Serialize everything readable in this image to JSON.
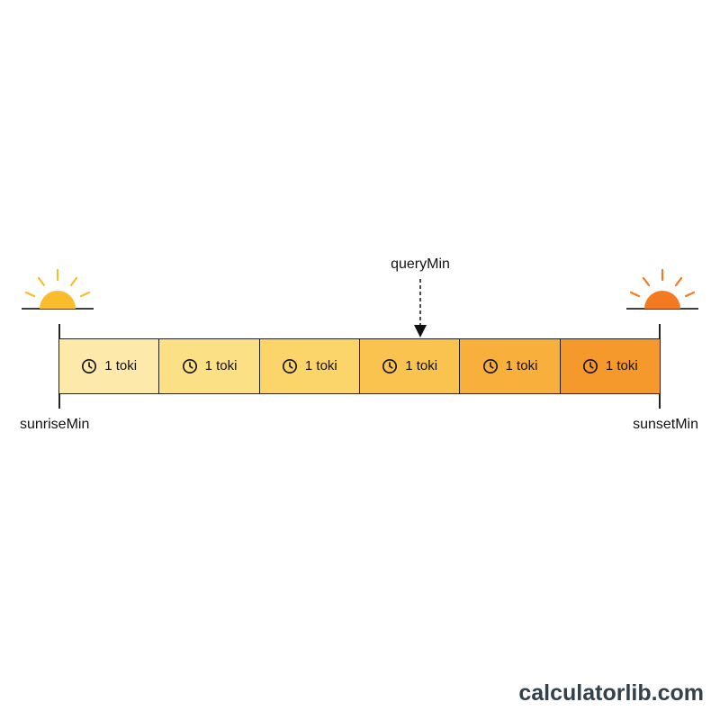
{
  "labels": {
    "start": "sunriseMin",
    "end": "sunsetMin",
    "query": "queryMin"
  },
  "segments": [
    {
      "label": "1 toki",
      "icon": "clock-icon",
      "color": "#FDEAAA"
    },
    {
      "label": "1 toki",
      "icon": "clock-icon",
      "color": "#FCE086"
    },
    {
      "label": "1 toki",
      "icon": "clock-icon",
      "color": "#FBD46A"
    },
    {
      "label": "1 toki",
      "icon": "clock-icon",
      "color": "#FAC34F"
    },
    {
      "label": "1 toki",
      "icon": "clock-icon",
      "color": "#F8AF3C"
    },
    {
      "label": "1 toki",
      "icon": "clock-icon",
      "color": "#F5992D"
    }
  ],
  "colors": {
    "sunrise_sun": "#F9BD2B",
    "sunset_sun": "#F47A22",
    "line": "#222222"
  },
  "icons": {
    "sunrise": "sunrise-icon",
    "sunset": "sunset-icon",
    "arrow": "down-arrow-icon"
  },
  "query": {
    "segment_index": 3,
    "position_fraction": 0.6
  },
  "brand": "calculatorlib.com"
}
